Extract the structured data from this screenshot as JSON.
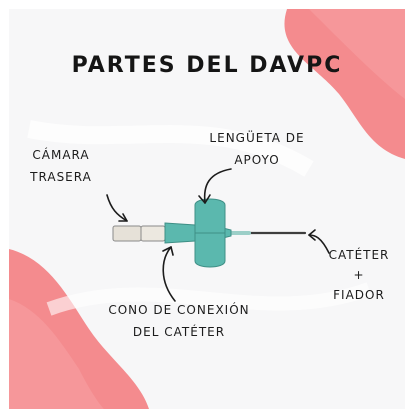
{
  "title": "PARTES DEL DAVPC",
  "labels": {
    "camara": [
      "CÁMARA",
      "TRASERA"
    ],
    "lengueta": [
      "LENGÜETA DE",
      "APOYO"
    ],
    "cateter": [
      "CATÉTER",
      "+",
      "FIADOR"
    ],
    "cono": [
      "CONO DE CONEXIÓN",
      "DEL CATÉTER"
    ]
  },
  "colors": {
    "blob": "#f3787b",
    "hub": "#5bb8ae",
    "chamber": "#e6e1d8",
    "needle": "#3e3e3e"
  }
}
